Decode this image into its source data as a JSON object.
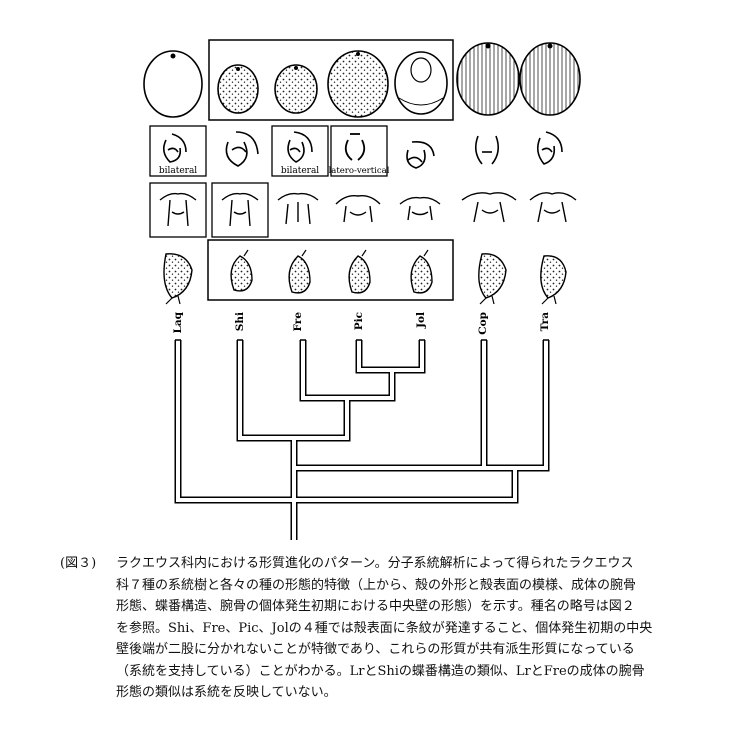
{
  "figure": {
    "species_codes": [
      "Laq",
      "Shi",
      "Fre",
      "Pic",
      "Jol",
      "Cop",
      "Tra"
    ],
    "morph_labels": [
      "bilateral",
      "bilateral",
      "latero-vertical"
    ]
  },
  "chart_data": {
    "type": "dendrogram",
    "leaves": [
      "Laq",
      "Shi",
      "Fre",
      "Pic",
      "Jol",
      "Cop",
      "Tra"
    ],
    "clusters": [
      [
        "Pic",
        "Jol"
      ],
      [
        "Fre",
        [
          "Pic",
          "Jol"
        ]
      ],
      [
        "Shi",
        [
          "Fre",
          [
            "Pic",
            "Jol"
          ]
        ]
      ],
      [
        "Cop",
        "Tra"
      ],
      [
        [
          "Shi",
          [
            "Fre",
            [
              "Pic",
              "Jol"
            ]
          ]
        ],
        [
          "Cop",
          "Tra"
        ]
      ],
      [
        "Laq",
        [
          [
            "Shi",
            [
              "Fre",
              [
                "Pic",
                "Jol"
              ]
            ]
          ],
          [
            "Cop",
            "Tra"
          ]
        ]
      ]
    ],
    "boxed_groups": {
      "shell_row": [
        "Shi",
        "Fre",
        "Pic",
        "Jol"
      ],
      "brachidium_row": [
        "Laq",
        "Fre",
        "Pic"
      ],
      "hinge_row": [
        "Laq",
        "Shi"
      ],
      "early_brachidium_row": [
        "Shi",
        "Fre",
        "Pic",
        "Jol"
      ]
    }
  },
  "caption": {
    "label": "(図３)",
    "lines": [
      "ラクエウス科内における形質進化のパターン。分子系統解析によって得られたラクエウス",
      "科７種の系統樹と各々の種の形態的特徴（上から、殻の外形と殻表面の模様、成体の腕骨",
      "形態、蝶番構造、腕骨の個体発生初期における中央壁の形態）を示す。種名の略号は図２",
      "を参照。Shi、Fre、Pic、Jolの４種では殻表面に条紋が発達すること、個体発生初期の中央",
      "壁後端が二股に分かれないことが特徴であり、これらの形質が共有派生形質になっている",
      "（系統を支持している）ことがわかる。LrとShiの蝶番構造の類似、LrとFreの成体の腕骨",
      "形態の類似は系統を反映していない。"
    ]
  }
}
